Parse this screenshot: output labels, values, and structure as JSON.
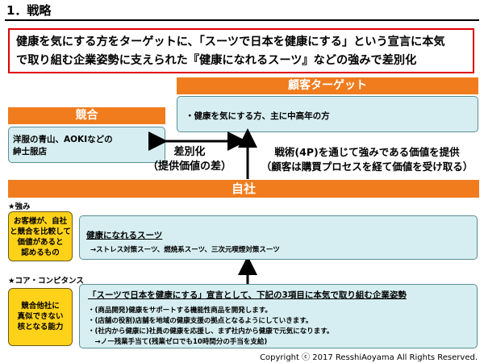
{
  "section_title": "1．戦略",
  "summary": {
    "line1": "健康を気にする方をターゲットに、「スーツで日本を健康にする」という宣言に本気",
    "line2": "で取り組む企業姿勢に支えられた『健康になれるスーツ』などの強みで差別化"
  },
  "target": {
    "header": "顧客ターゲット",
    "text": "・健康を気にする方、主に中高年の方"
  },
  "competition": {
    "header": "競合",
    "line1": "洋服の青山、AOKIなどの",
    "line2": "紳士服店"
  },
  "differentiation": {
    "line1": "差別化",
    "line2": "（提供価値の差）"
  },
  "tactics": {
    "line1": "戦術(4P)を通じて強みである価値を提供",
    "line2": "（顧客は購買プロセスを経て価値を受け取る）"
  },
  "own_company": {
    "header": "自社"
  },
  "strength": {
    "label": "★強み",
    "side_lines": [
      "お客様が、自社",
      "と競合を比較して",
      "価値があると",
      "認めるもの"
    ],
    "title": "健康になれるスーツ",
    "detail": "→ストレス対策スーツ、燃焼系スーツ、三次元喫煙対策スーツ"
  },
  "core": {
    "label": "★コア・コンピタンス",
    "side_lines": [
      "競合他社に",
      "真似できない",
      "核となる能力"
    ],
    "title": "「スーツで日本を健康にする」宣言として、下記の3項目に本気で取り組む企業姿勢",
    "items": [
      "・(商品開発)健康をサポートする機能性商品を開発します。",
      "・(店舗の役割)店舗を地域の健康支援の拠点となるようにしていきます。",
      "・(社内から健康に)社員の健康を応援し、まず社内から健康で元気になります。",
      "　→ノー残業手当て(残業ゼロでも10時間分の手当を支給)"
    ]
  },
  "copyright": "Copyright ⓒ 2017 ResshiAoyama All Rights Reserved.",
  "colors": {
    "orange": "#f07c1e",
    "light_blue": "#d6eef1",
    "yellow": "#ffd21a",
    "red_border": "#e00000"
  }
}
